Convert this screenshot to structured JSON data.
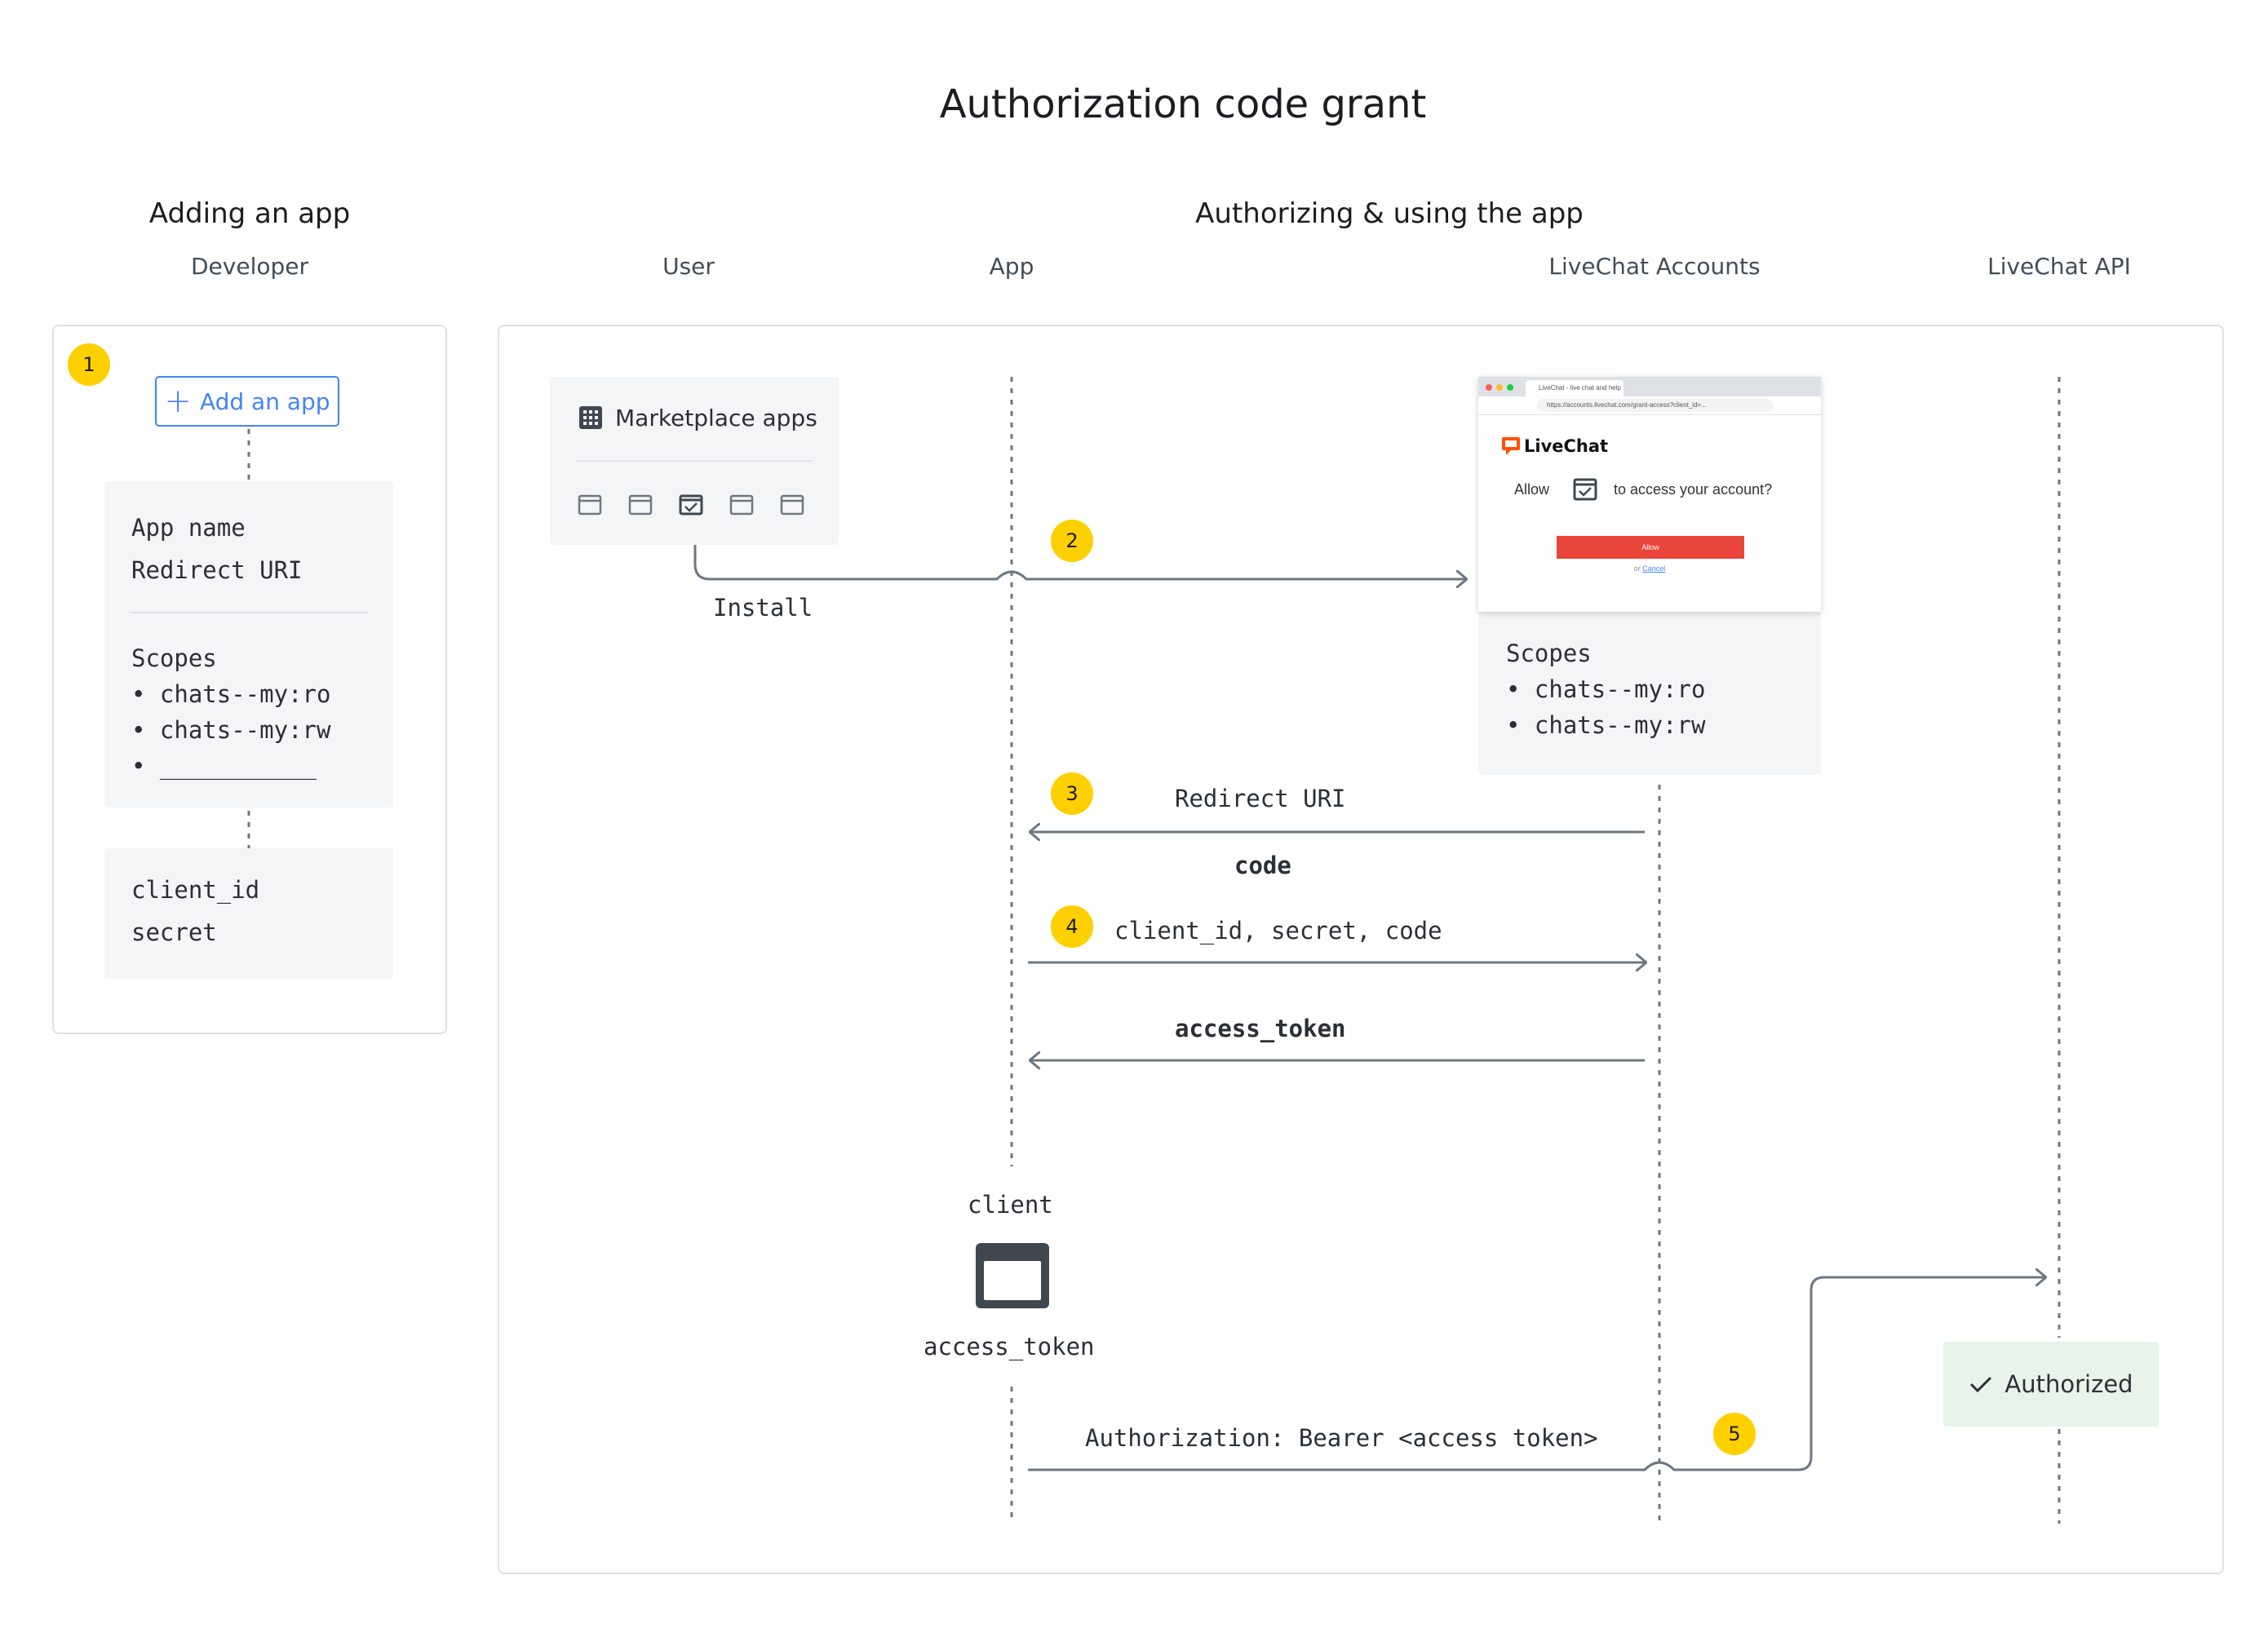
{
  "title": "Authorization code grant",
  "sections": {
    "adding": "Adding an app",
    "authorizing": "Authorizing & using the app"
  },
  "lanes": {
    "developer": "Developer",
    "user": "User",
    "app": "App",
    "accounts": "LiveChat Accounts",
    "api": "LiveChat API"
  },
  "steps": [
    "1",
    "2",
    "3",
    "4",
    "5"
  ],
  "developer": {
    "add_button": "Add an app",
    "app_name": "App name",
    "redirect_uri": "Redirect URI",
    "scopes_title": "Scopes",
    "scopes": [
      "• chats--my:ro",
      "• chats--my:rw",
      "• ___________"
    ],
    "client_id": "client_id",
    "secret": "secret"
  },
  "marketplace": {
    "label": "Marketplace apps"
  },
  "browser": {
    "tab_title": "LiveChat - live chat and help d...",
    "url": "https://accounts.livechat.com/grant-access?client_id=...",
    "brand": "LiveChat",
    "allow": "Allow",
    "to_access": "to access your account?",
    "allow_button": "Allow",
    "or": "or",
    "cancel": "Cancel"
  },
  "accounts_scopes": {
    "title": "Scopes",
    "items": [
      "• chats--my:ro",
      "• chats--my:rw"
    ]
  },
  "messages": {
    "install": "Install",
    "redirect_uri": "Redirect URI",
    "code": "code",
    "exchange": "client_id, secret, code",
    "access_token": "access_token",
    "client": "client",
    "client_token": "access_token",
    "bearer": "Authorization: Bearer <access token>",
    "authorized": "Authorized"
  },
  "colors": {
    "badge": "#ffd000",
    "accent": "#4384f5",
    "card": "#f3f5f7",
    "arrow": "#6e7780",
    "authorized_bg": "#e6f4ea",
    "allow_button": "#e9453a"
  }
}
